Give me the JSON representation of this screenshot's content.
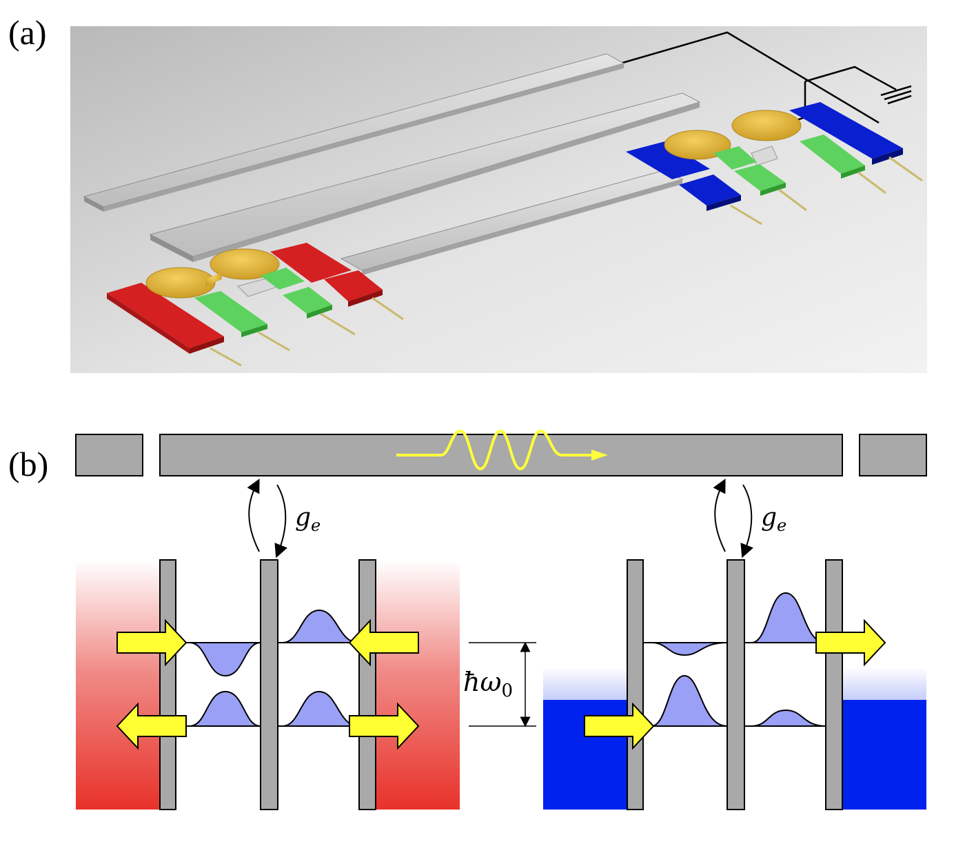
{
  "panel_a": {
    "label": "(a)"
  },
  "panel_b": {
    "label": "(b)",
    "coupling_left": {
      "symbol": "g",
      "subscript": "e"
    },
    "coupling_right": {
      "symbol": "g",
      "subscript": "e"
    },
    "energy_gap": {
      "symbol": "ħω",
      "subscript": "0"
    }
  },
  "colors": {
    "hot_reservoir": "#e8322a",
    "cold_reservoir": "#0022ee",
    "barrier_gray": "#a9a9a9",
    "wavefunction_fill": "#9aa0f5",
    "arrow_yellow": "#ffff33",
    "photon_yellow": "#ffff3c",
    "island_gold": "#e8b836",
    "gate_green": "#5ed25e",
    "electrode_red": "#d42020",
    "electrode_blue": "#0a1fcf"
  }
}
